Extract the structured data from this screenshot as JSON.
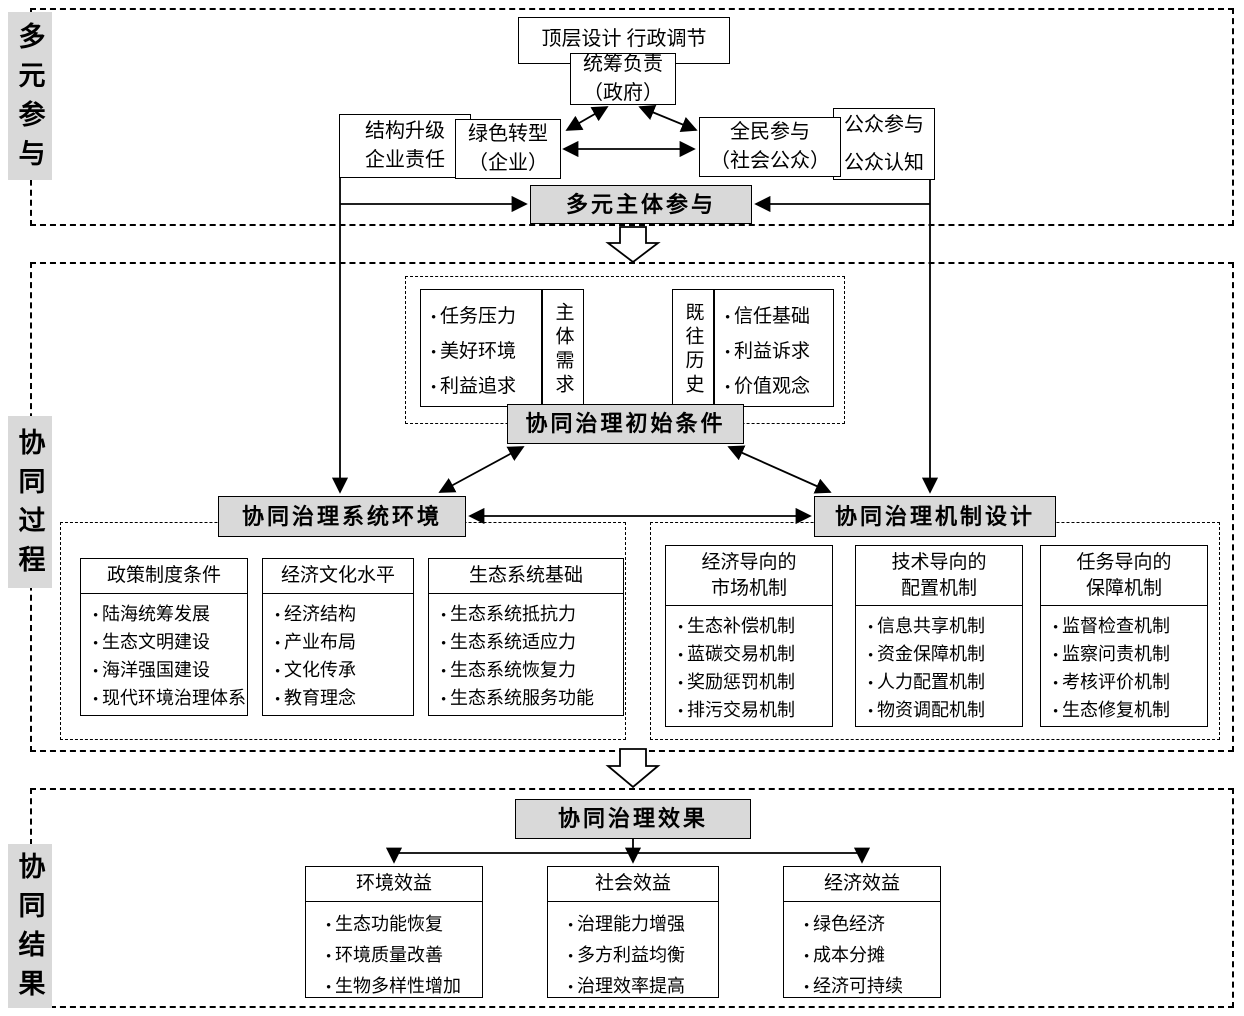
{
  "sections": [
    {
      "label": "多元参与"
    },
    {
      "label": "协同过程"
    },
    {
      "label": "协同结果"
    }
  ],
  "participation": {
    "top_banner": "顶层设计 行政调节",
    "government": "统筹负责\n（政府）",
    "enterprise_tags": "结构升级\n企业责任",
    "enterprise": "绿色转型\n（企业）",
    "public": "全民参与\n（社会公众）",
    "public_tags": "公众参与\n公众认知",
    "multi_subject": "多元主体参与"
  },
  "process": {
    "initial": {
      "title": "协同治理初始条件",
      "needs_label": "主体需求",
      "needs_items": [
        "任务压力",
        "美好环境",
        "利益追求"
      ],
      "history_label": "既往历史",
      "history_items": [
        "信任基础",
        "利益诉求",
        "价值观念"
      ]
    },
    "system_env": {
      "title": "协同治理系统环境",
      "boxes": [
        {
          "header": "政策制度条件",
          "items": [
            "陆海统筹发展",
            "生态文明建设",
            "海洋强国建设",
            "现代环境治理体系"
          ]
        },
        {
          "header": "经济文化水平",
          "items": [
            "经济结构",
            "产业布局",
            "文化传承",
            "教育理念"
          ]
        },
        {
          "header": "生态系统基础",
          "items": [
            "生态系统抵抗力",
            "生态系统适应力",
            "生态系统恢复力",
            "生态系统服务功能"
          ]
        }
      ]
    },
    "mechanism": {
      "title": "协同治理机制设计",
      "boxes": [
        {
          "header": "经济导向的\n市场机制",
          "items": [
            "生态补偿机制",
            "蓝碳交易机制",
            "奖励惩罚机制",
            "排污交易机制"
          ]
        },
        {
          "header": "技术导向的\n配置机制",
          "items": [
            "信息共享机制",
            "资金保障机制",
            "人力配置机制",
            "物资调配机制"
          ]
        },
        {
          "header": "任务导向的\n保障机制",
          "items": [
            "监督检查机制",
            "监察问责机制",
            "考核评价机制",
            "生态修复机制"
          ]
        }
      ]
    }
  },
  "result": {
    "title": "协同治理效果",
    "boxes": [
      {
        "header": "环境效益",
        "items": [
          "生态功能恢复",
          "环境质量改善",
          "生物多样性增加"
        ]
      },
      {
        "header": "社会效益",
        "items": [
          "治理能力增强",
          "多方利益均衡",
          "治理效率提高"
        ]
      },
      {
        "header": "经济效益",
        "items": [
          "绿色经济",
          "成本分摊",
          "经济可持续"
        ]
      }
    ]
  }
}
